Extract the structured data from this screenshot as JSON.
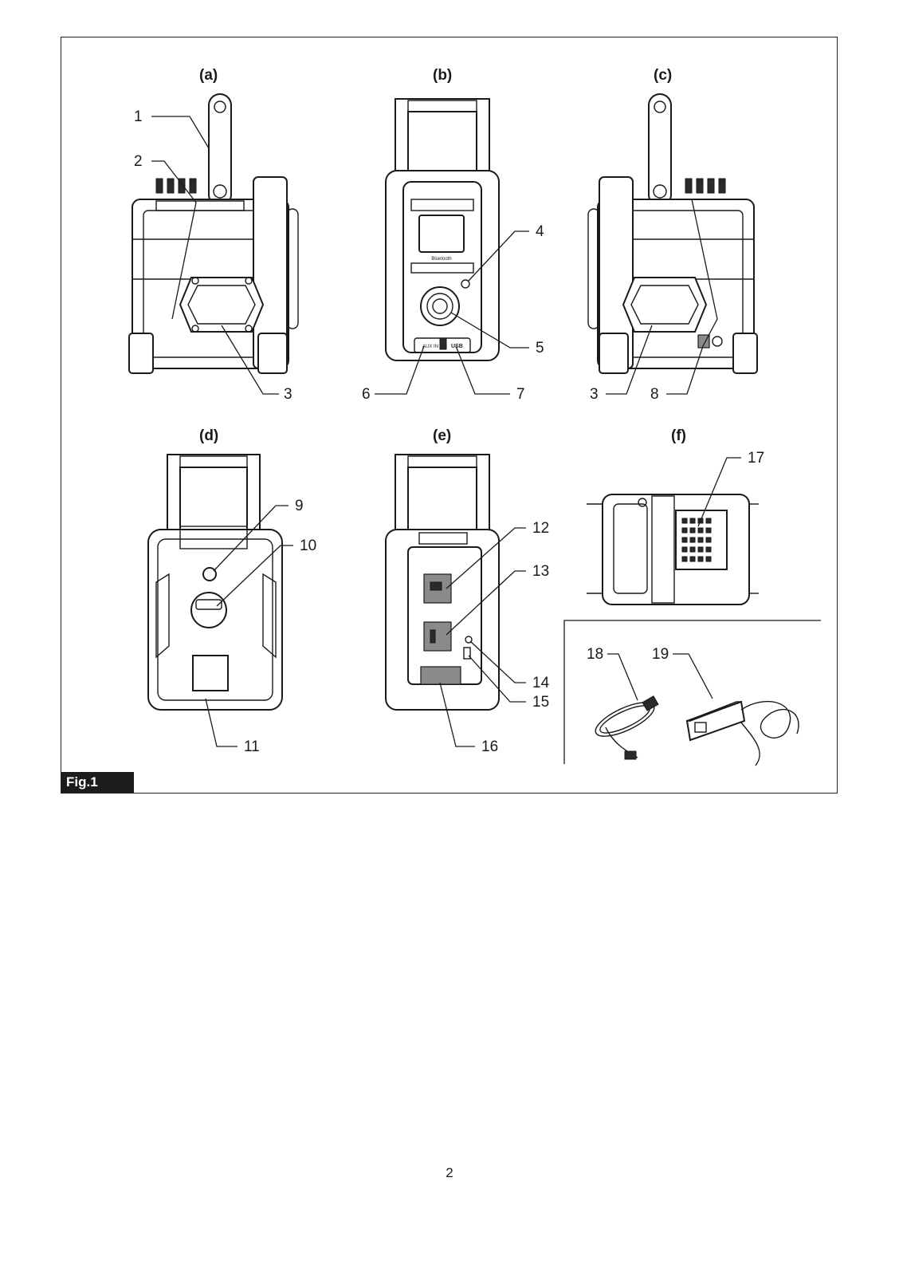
{
  "figure": {
    "caption": "Fig.1",
    "panels": [
      "(a)",
      "(b)",
      "(c)",
      "(d)",
      "(e)",
      "(f)"
    ],
    "callouts": [
      "1",
      "2",
      "3",
      "4",
      "5",
      "6",
      "7",
      "3",
      "8",
      "9",
      "10",
      "11",
      "12",
      "13",
      "14",
      "15",
      "16",
      "17",
      "18",
      "19"
    ],
    "device_text": {
      "bluetooth": "Bluetooth",
      "aux_in": "AUX IN",
      "usb": "USB"
    }
  },
  "page": {
    "number": "2"
  }
}
